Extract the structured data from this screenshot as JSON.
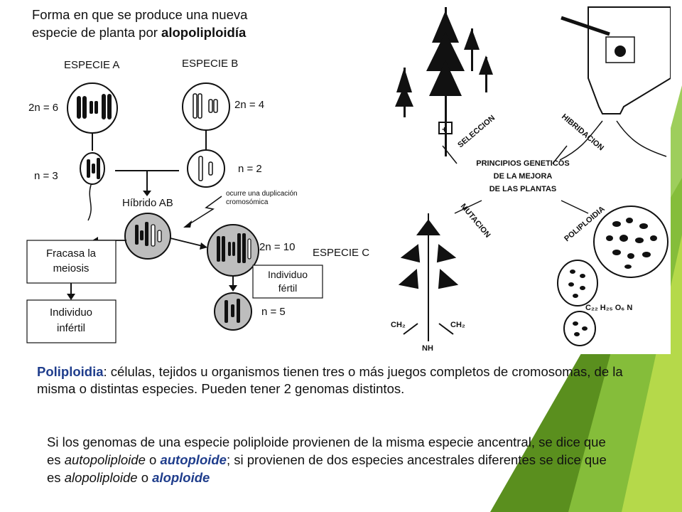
{
  "title": {
    "line1": "Forma en que se produce una nueva",
    "line2_prefix": "especie de planta por ",
    "line2_bold": "alopoliploidía"
  },
  "diagram": {
    "species_a": "ESPECIE A",
    "species_b": "ESPECIE B",
    "species_c": "ESPECIE C",
    "a_diploid": "2n = 6",
    "b_diploid": "2n = 4",
    "a_haploid": "n = 3",
    "b_haploid": "n = 2",
    "hybrid": "Híbrido AB",
    "dup_line1": "ocurre una duplicación",
    "dup_line2": "cromosómica",
    "c_diploid": "2n = 10",
    "c_haploid": "n = 5",
    "fail_line1": "Fracasa la",
    "fail_line2": "meiosis",
    "infertile_line1": "Individuo",
    "infertile_line2": "infértil",
    "fertile_line1": "Individuo",
    "fertile_line2": "fértil"
  },
  "principles": {
    "center_line1": "PRINCIPIOS   GENETICOS",
    "center_line2": "DE  LA   MEJORA",
    "center_line3": "DE  LAS  PLANTAS",
    "seleccion": "SELECCION",
    "hibridacion": "HIBRIDACION",
    "mutacion": "MUTACION",
    "poliploidia": "POLIPLOIDIA",
    "formula": "C₂₂ H₂₅ O₆ N",
    "ch2_left": "CH₂",
    "ch2_right": "CH₂",
    "nh": "NH",
    "plus": "+"
  },
  "para1": {
    "keyword": "Poliploidia",
    "text": ": células, tejidos u organismos tienen tres o más juegos completos de cromosomas, de la misma o distintas especies. Pueden tener 2 genomas distintos."
  },
  "para2": {
    "t1": "Si los genomas de una especie poliploide provienen de la misma especie ancentral, se dice que es ",
    "i1": "autopoliploide",
    "t2": " o ",
    "k1": "autoploide",
    "t3": "; si provienen de dos especies ancestrales diferentes se dice que es ",
    "i2": "alopoliploide",
    "t4": " o ",
    "k2": "aloploide"
  },
  "colors": {
    "green_dark": "#5a8f1e",
    "green_light": "#9acd32",
    "keyword_blue": "#1f3d8c"
  }
}
